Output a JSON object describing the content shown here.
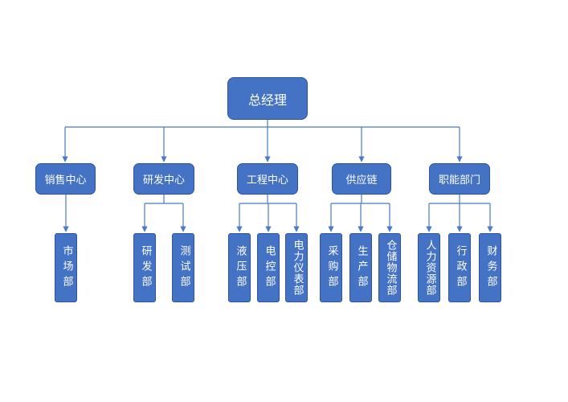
{
  "colors": {
    "box_fill": "#4472c4",
    "box_border": "#2f5597",
    "connector": "#4a7bc4",
    "text": "#ffffff"
  },
  "root": {
    "label": "总经理"
  },
  "departments": [
    {
      "label": "销售中心",
      "subs": [
        {
          "label": "市场部"
        }
      ]
    },
    {
      "label": "研发中心",
      "subs": [
        {
          "label": "研发部"
        },
        {
          "label": "测试部"
        }
      ]
    },
    {
      "label": "工程中心",
      "subs": [
        {
          "label": "液压部"
        },
        {
          "label": "电控部"
        },
        {
          "label": "电力仪表部"
        }
      ]
    },
    {
      "label": "供应链",
      "subs": [
        {
          "label": "采购部"
        },
        {
          "label": "生产部"
        },
        {
          "label": "仓储物流部"
        }
      ]
    },
    {
      "label": "职能部门",
      "subs": [
        {
          "label": "人力资源部"
        },
        {
          "label": "行政部"
        },
        {
          "label": "财务部"
        }
      ]
    }
  ]
}
